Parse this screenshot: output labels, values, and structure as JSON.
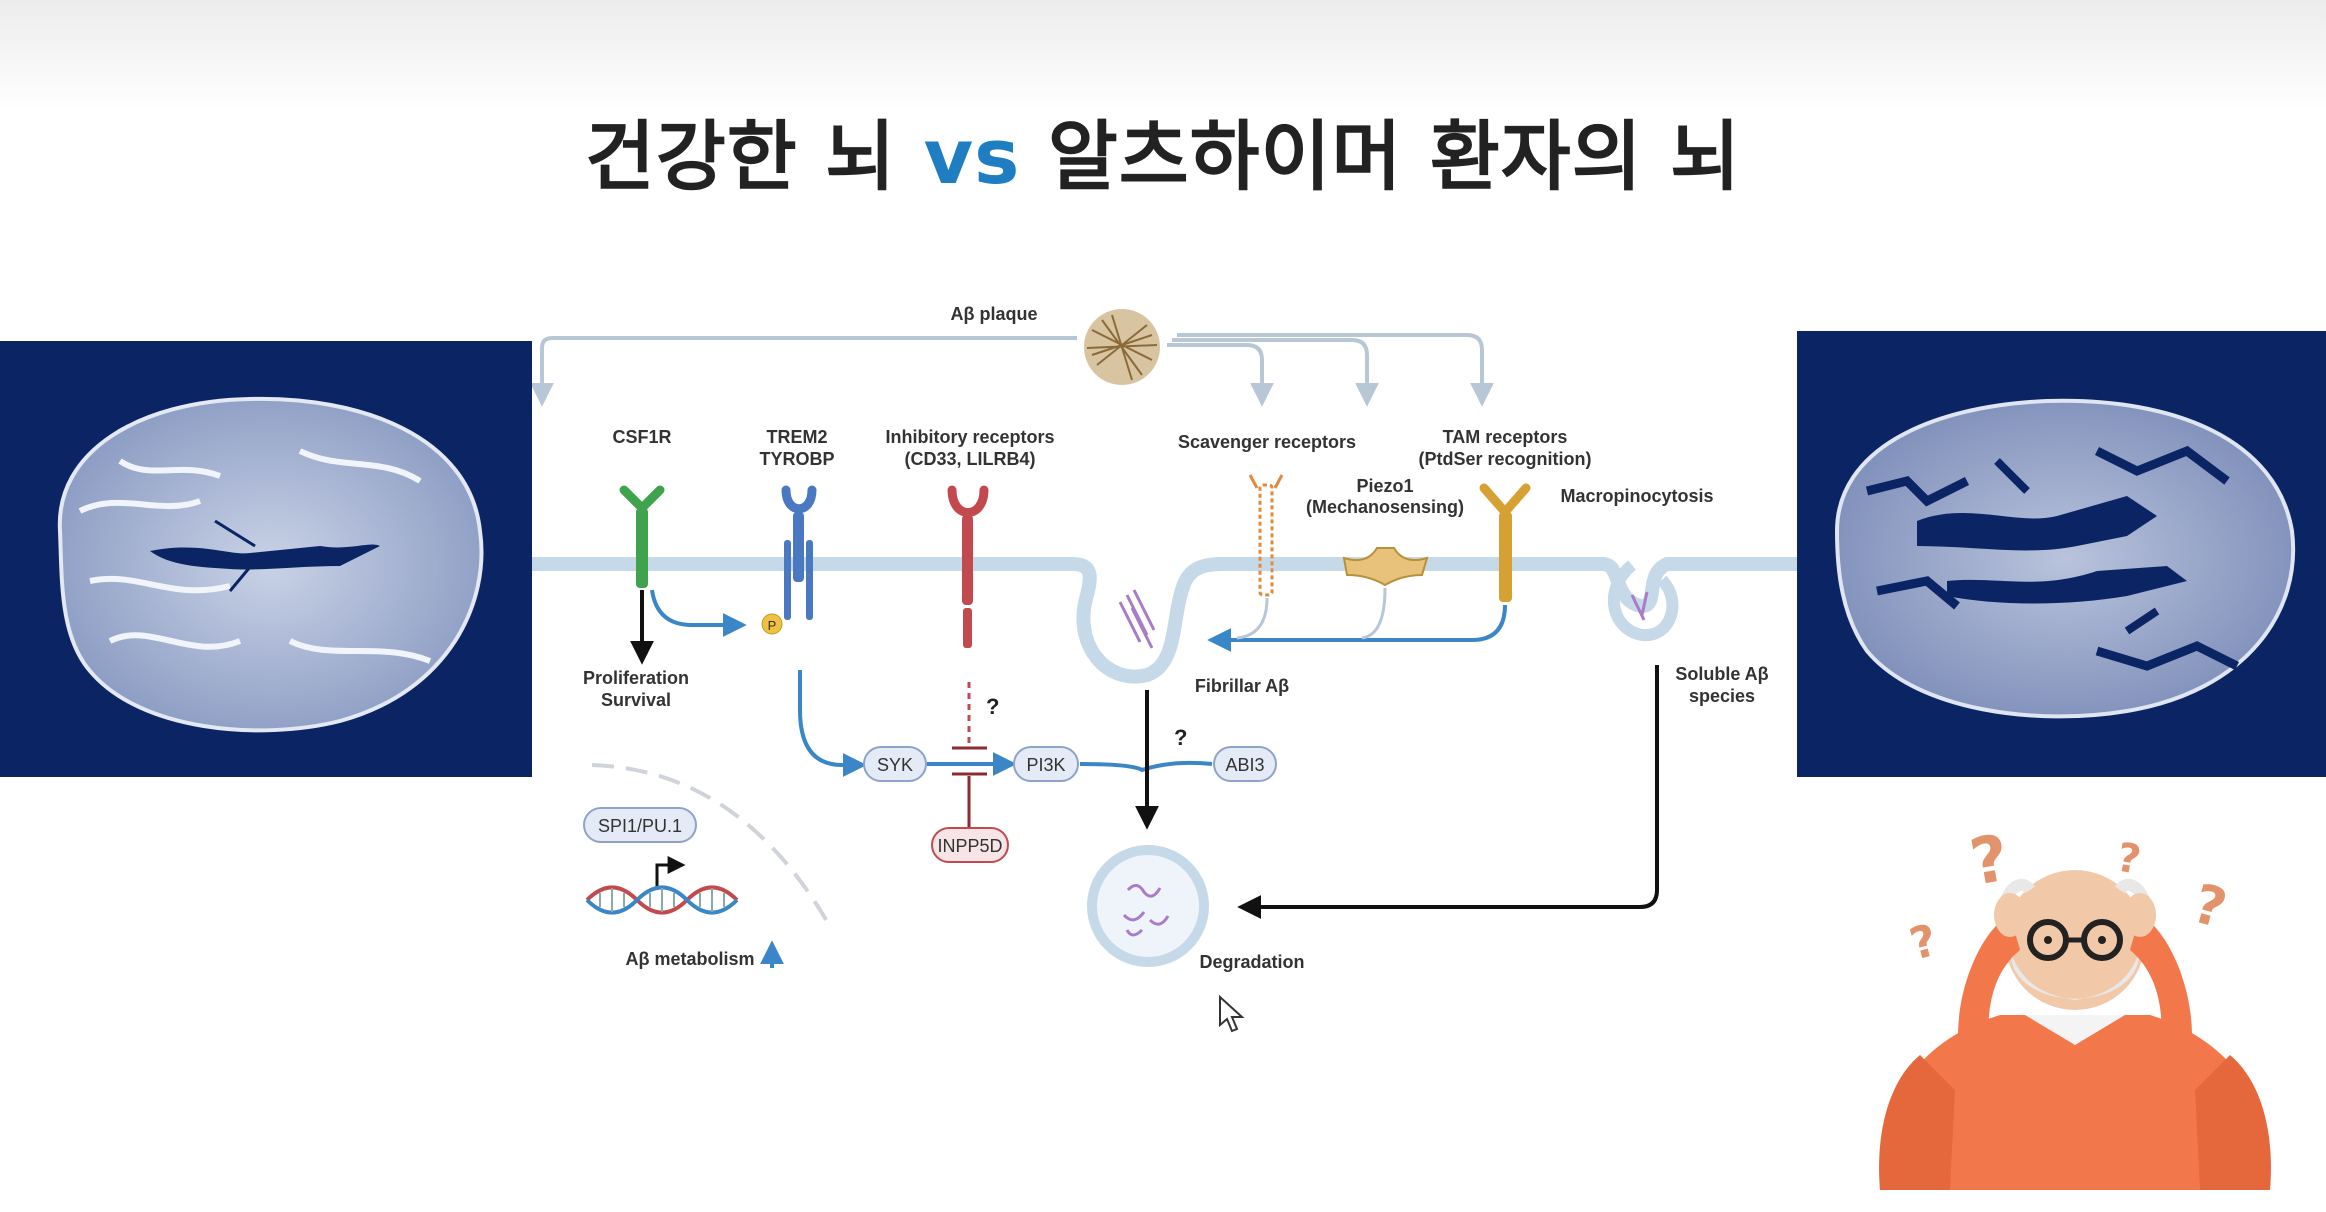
{
  "title": {
    "part1": "건강한 뇌 ",
    "vs": "vs",
    "part2": " 알츠하이머 환자의 뇌",
    "vs_color": "#1f7ec1"
  },
  "panels": {
    "background": "#0b2463",
    "left": "healthy brain scan",
    "right": "alzheimers brain scan"
  },
  "diagram": {
    "plaque_label": "Aβ plaque",
    "csf1r": "CSF1R",
    "trem2": "TREM2",
    "tyrobp": "TYROBP",
    "inhibitory_1": "Inhibitory receptors",
    "inhibitory_2": "(CD33, LILRB4)",
    "scavenger": "Scavenger receptors",
    "piezo_1": "Piezo1",
    "piezo_2": "(Mechanosensing)",
    "tam_1": "TAM receptors",
    "tam_2": "(PtdSer recognition)",
    "macropinocytosis": "Macropinocytosis",
    "prolif_1": "Proliferation",
    "prolif_2": "Survival",
    "phospho": "P",
    "fibrillar": "Fibrillar Aβ",
    "soluble_1": "Soluble Aβ",
    "soluble_2": "species",
    "syk": "SYK",
    "pi3k": "PI3K",
    "abi3": "ABI3",
    "inpp5d": "INPP5D",
    "question": "?",
    "spi1": "SPI1/PU.1",
    "abeta_metabolism": "Aβ metabolism",
    "degradation": "Degradation"
  },
  "colors": {
    "membrane": "#c5d9e8",
    "arrow_blue": "#3b86c6",
    "green": "#3fa34d",
    "blue_receptor": "#4a79c2",
    "red_receptor": "#c24a4f",
    "orange": "#e08a3c",
    "gold": "#d4a132",
    "purple": "#a97cc9"
  },
  "icons": [
    "brain-scan-healthy",
    "brain-scan-alzheimers",
    "confused-elderly-man",
    "mouse-cursor"
  ]
}
